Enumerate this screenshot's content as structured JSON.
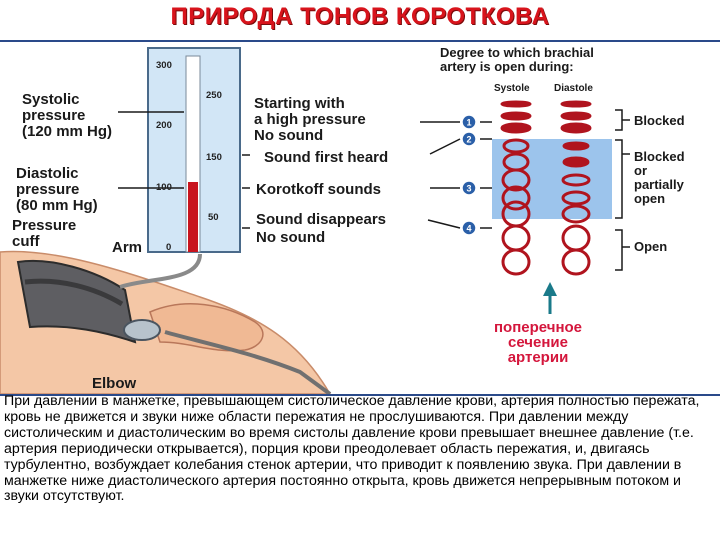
{
  "title": "ПРИРОДА ТОНОВ КОРОТКОВА",
  "left_labels": {
    "systolic": [
      "Systolic",
      "pressure",
      "(120 mm Hg)"
    ],
    "diastolic": [
      "Diastolic",
      "pressure",
      "(80 mm Hg)"
    ],
    "cuff": [
      "Pressure",
      "cuff"
    ],
    "arm": "Arm",
    "elbow": "Elbow"
  },
  "gauge": {
    "left_ticks": [
      "300",
      "200",
      "100",
      "0"
    ],
    "right_ticks": [
      "250",
      "150",
      "50"
    ]
  },
  "mid_labels": {
    "starting": [
      "Starting with",
      "a high pressure",
      "No sound"
    ],
    "first_heard": "Sound first heard",
    "korotkoff": "Korotkoff sounds",
    "disappears": [
      "Sound disappears",
      "No sound"
    ]
  },
  "markers": [
    "1",
    "2",
    "3",
    "4"
  ],
  "right_header": [
    "Degree to which brachial",
    "artery is open during:"
  ],
  "columns": [
    "Systole",
    "Diastole"
  ],
  "states": {
    "blocked": "Blocked",
    "partial": [
      "Blocked",
      "or",
      "partially",
      "open"
    ],
    "open": "Open"
  },
  "cross_section_caption": [
    "поперечное",
    "сечение",
    "артерии"
  ],
  "description": "При давлении в манжетке, превышающем систолическое давление крови, артерия полностью пережата, кровь не движется и звуки ниже области пережатия не прослушиваются. При давлении между систолическим и диастолическим во время систолы давление крови превышает внешнее давление (т.е. артерия периодически открывается), порция крови преодолевает область пережатия, и, двигаясь турбулентно, возбуждает колебания стенок артерии, что приводит к появлению звука. При давлении в манжетке ниже диастолического артерия постоянно открыта, кровь движется непрерывным потоком и звуки отсутствуют.",
  "colors": {
    "title": "#d8141c",
    "mercury": "#c8141e",
    "band_blue": "#9cc4ec",
    "artery": "#b0141e",
    "marker_blue": "#2a5fa8",
    "caption": "#d4163c"
  }
}
